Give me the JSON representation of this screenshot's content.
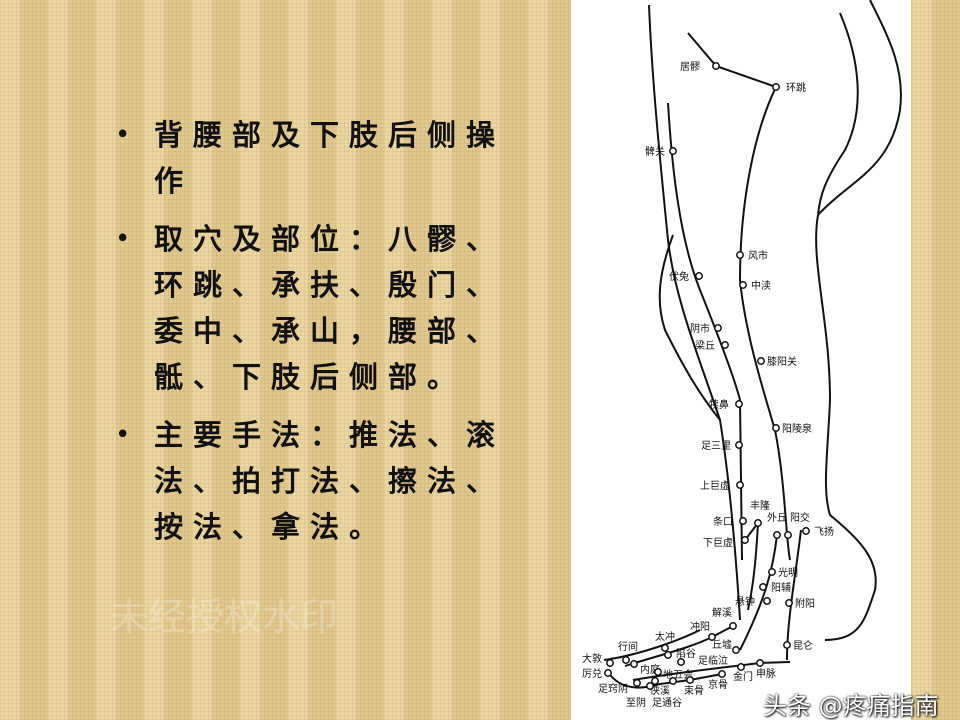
{
  "slide": {
    "bullets": [
      {
        "lines": [
          "背腰部及下肢后侧操",
          "作"
        ]
      },
      {
        "lines": [
          "取穴及部位：八髎、",
          "环跳、承扶、殷门、",
          "委中、承山，腰部、",
          "骶、下肢后侧部。"
        ]
      },
      {
        "lines": [
          "主要手法：推法、滚",
          "法、拍打法、擦法、",
          "按法、拿法。"
        ]
      }
    ]
  },
  "diagram": {
    "acupoints": [
      "居髎",
      "环跳",
      "髀关",
      "风市",
      "伏兔",
      "中渎",
      "阴市",
      "梁丘",
      "膝阳关",
      "犊鼻",
      "阳陵泉",
      "足三里",
      "上巨虚",
      "条口",
      "丰隆",
      "下巨虚",
      "外丘",
      "阳交",
      "飞扬",
      "光明",
      "阳辅",
      "悬钟",
      "附阳",
      "解溪",
      "冲阳",
      "丘墟",
      "昆仑",
      "太冲",
      "陷谷",
      "行间",
      "足临泣",
      "大敦",
      "内庭",
      "厉兑",
      "地五会",
      "金门",
      "申脉",
      "京骨",
      "束骨",
      "足通谷",
      "侠溪",
      "足窍阴",
      "至阴"
    ]
  },
  "watermark": {
    "text": "头条 @疼痛指南",
    "faint_text": "未经授权水印"
  }
}
